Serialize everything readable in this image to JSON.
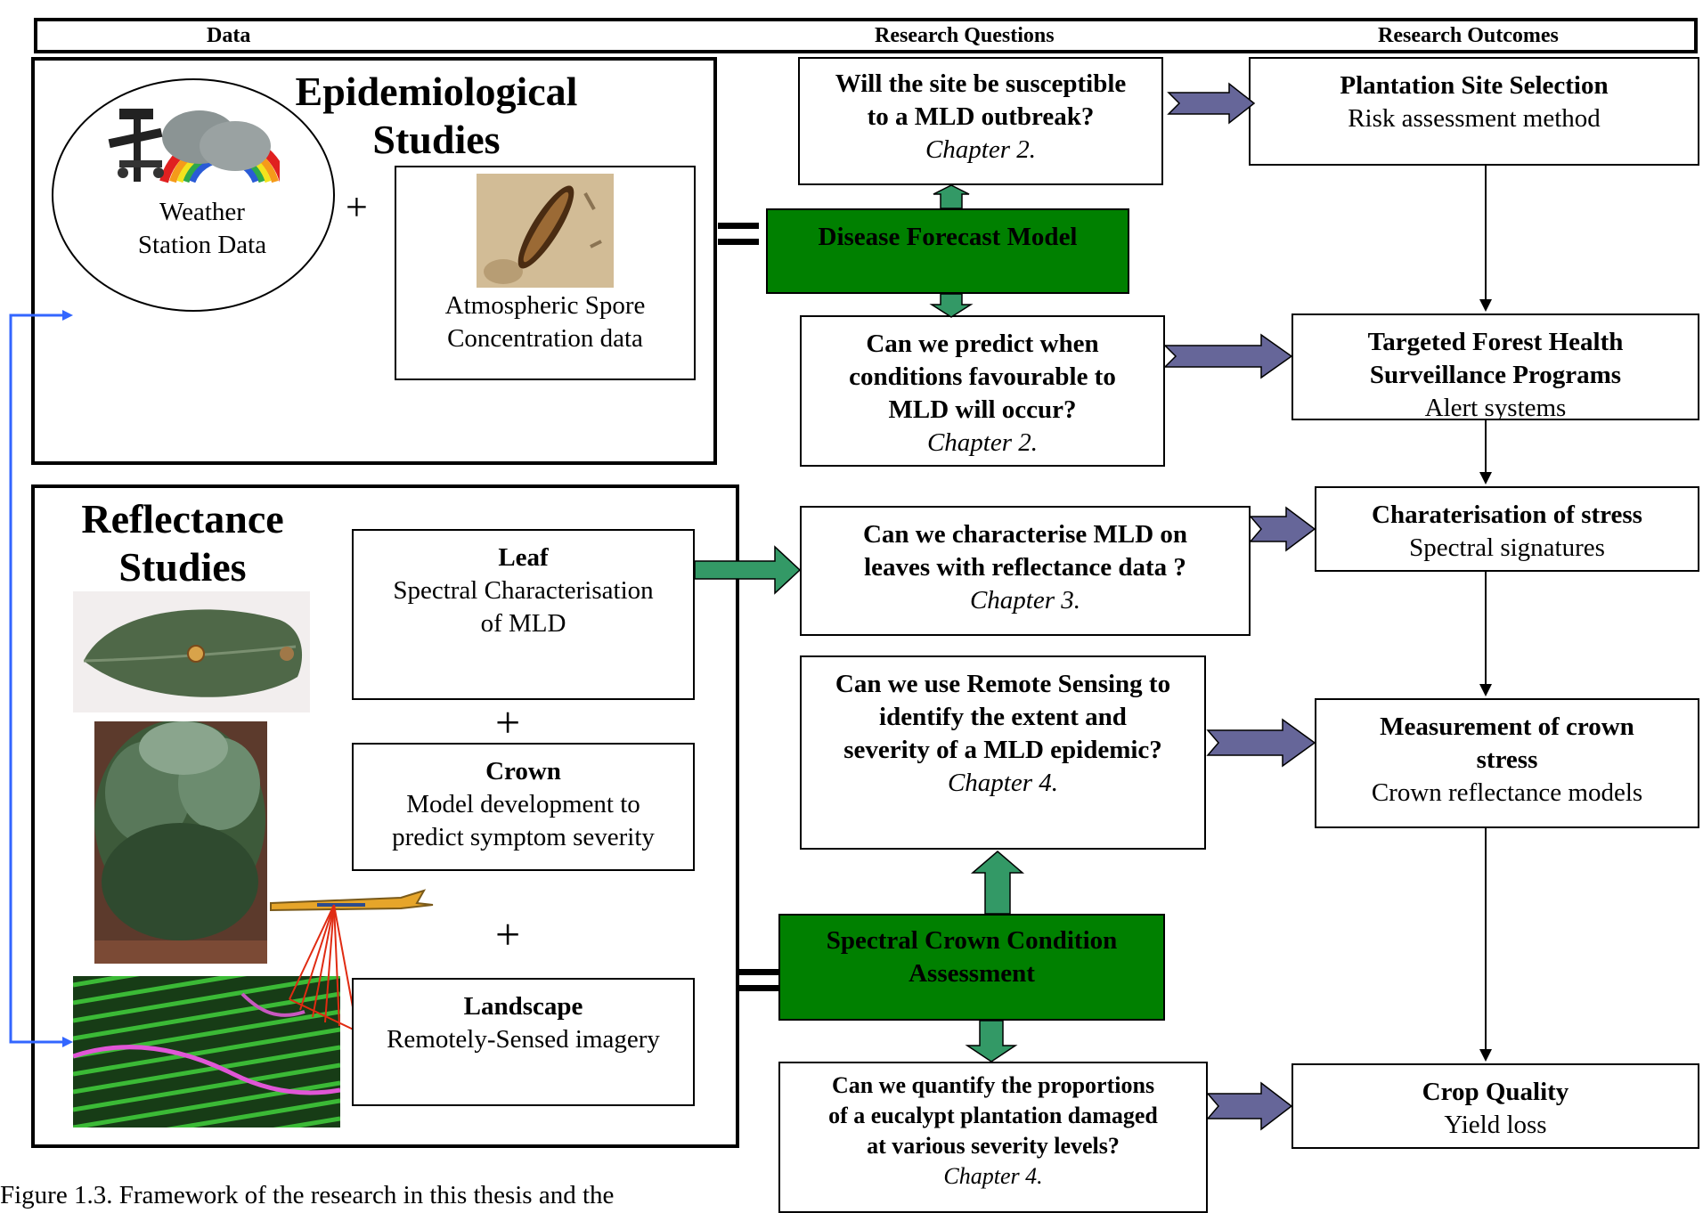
{
  "header": {
    "data": "Data",
    "questions": "Research Questions",
    "outcomes": "Research Outcomes"
  },
  "epi": {
    "title_line1": "Epidemiological",
    "title_line2": "Studies",
    "weather_line1": "Weather",
    "weather_line2": "Station Data",
    "plus": "+",
    "spore_line1": "Atmospheric Spore",
    "spore_line2": "Concentration data",
    "equals": "="
  },
  "refl": {
    "title_line1": "Reflectance",
    "title_line2": "Studies",
    "leaf_title": "Leaf",
    "leaf_line1": "Spectral Characterisation",
    "leaf_line2": "of MLD",
    "plus1": "+",
    "crown_title": "Crown",
    "crown_line1": "Model development to",
    "crown_line2": "predict symptom severity",
    "plus2": "+",
    "land_title": "Landscape",
    "land_line1": "Remotely-Sensed imagery",
    "equals": "="
  },
  "models": {
    "disease": "Disease Forecast Model",
    "spectral_line1": "Spectral Crown Condition",
    "spectral_line2": "Assessment"
  },
  "questions": [
    {
      "line1": "Will the site be susceptible",
      "line2": "to a MLD outbreak?",
      "chapter": "Chapter 2."
    },
    {
      "line1": "Can we predict when",
      "line2": "conditions favourable to",
      "line3": "MLD will occur?",
      "chapter": "Chapter 2."
    },
    {
      "line1": "Can we characterise MLD on",
      "line2": "leaves with reflectance data ?",
      "chapter": "Chapter 3."
    },
    {
      "line1": "Can we use Remote Sensing to",
      "line2": "identify the extent and",
      "line3": "severity of a MLD epidemic?",
      "chapter": "Chapter 4."
    },
    {
      "line1": "Can we quantify the proportions",
      "line2": "of a eucalypt plantation damaged",
      "line3": "at various severity levels?",
      "chapter": "Chapter 4."
    }
  ],
  "outcomes": [
    {
      "title": "Plantation Site Selection",
      "sub": "Risk assessment method"
    },
    {
      "title_line1": "Targeted Forest Health",
      "title_line2": "Surveillance Programs",
      "sub": "Alert systems"
    },
    {
      "title": "Charaterisation of stress",
      "sub": "Spectral signatures"
    },
    {
      "title_line1": "Measurement of crown",
      "title_line2": "stress",
      "sub": "Crown reflectance models"
    },
    {
      "title": "Crop Quality",
      "sub": "Yield loss"
    }
  ],
  "caption": "Figure 1.3.  Framework of the research in this thesis and the",
  "colors": {
    "green_box": "#008000",
    "green_arrow": "#339966",
    "purple_arrow": "#666699",
    "blue_connector": "#3366ff"
  }
}
